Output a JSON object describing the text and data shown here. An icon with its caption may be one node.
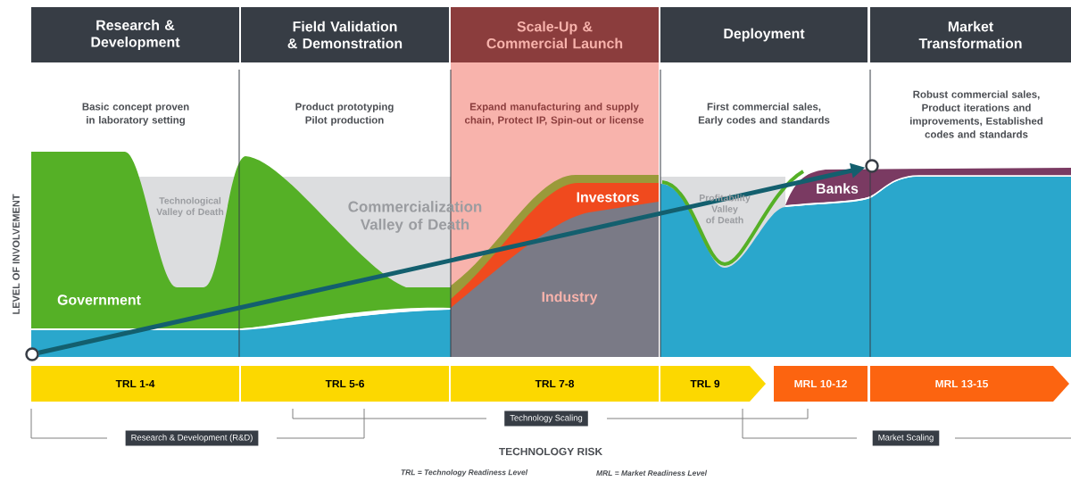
{
  "diagram": {
    "nodes": [
      {
        "text": [
          "Research & Development"
        ]
      },
      {
        "text": [
          "Field Validation & Demonstration"
        ]
      },
      {
        "text": [
          "Scale-Up & Commercial Launch"
        ]
      },
      {
        "text": [
          "Deployment"
        ]
      },
      {
        "text": [
          "Market Transformation"
        ]
      },
      {
        "text": [
          "TRL 1-4"
        ]
      },
      {
        "text": [
          "TRL 5-6"
        ]
      },
      {
        "text": [
          "TRL 7-8"
        ]
      },
      {
        "text": [
          "TRL 9"
        ]
      },
      {
        "text": [
          "MRL 10-12"
        ]
      },
      {
        "text": [
          "MRL 13-15"
        ]
      },
      {
        "text": [
          "Research & Development (R&D)"
        ]
      },
      {
        "text": [
          "Technology Scaling"
        ]
      },
      {
        "text": [
          "Market Scaling"
        ]
      },
      {
        "text": [],
        "shape": "circle"
      },
      {
        "text": [],
        "shape": "circle"
      }
    ],
    "edges": [
      {
        "from": 14,
        "to": 15,
        "arrow": "to"
      }
    ],
    "labels": [
      "Basic concept proven in laboratory setting",
      "Product prototyping Pilot production",
      "Expand manufacturing and supply chain, Protect IP, Spin-out or license",
      "First commercial sales, Early codes and standards",
      "Robust commercial sales, Product iterations and improvements, Established codes and standards",
      "Technological Valley of Death",
      "Commercialization Valley of Death",
      "Investors",
      "Profitability Valley of Death",
      "Banks",
      "Government",
      "Industry",
      "LEVEL OF INVOLVEMENT",
      "TECHNOLOGY RISK",
      "TRL = Technology Readiness Level",
      "MRL = Market Readiness Level"
    ]
  }
}
